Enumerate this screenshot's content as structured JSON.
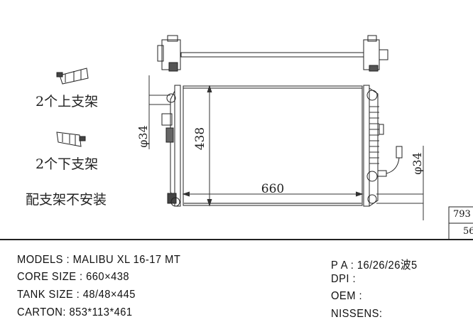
{
  "drawing": {
    "dim_height": "438",
    "dim_width": "660",
    "dim_inlet": "φ34",
    "dim_outlet": "φ34"
  },
  "notes": {
    "upper_bracket": "2个上支架",
    "lower_bracket": "2个下支架",
    "brackets_not_installed": "配支架不安装"
  },
  "side_table": [
    "793",
    "56"
  ],
  "specs_left": [
    "MODELS : MALIBU XL 16-17 MT",
    "CORE SIZE : 660×438",
    "TANK SIZE : 48/48×445",
    "CARTON: 853*113*461"
  ],
  "specs_right": [
    "P A : 16/26/26波5",
    "DPI :",
    "OEM :",
    "NISSENS:"
  ]
}
